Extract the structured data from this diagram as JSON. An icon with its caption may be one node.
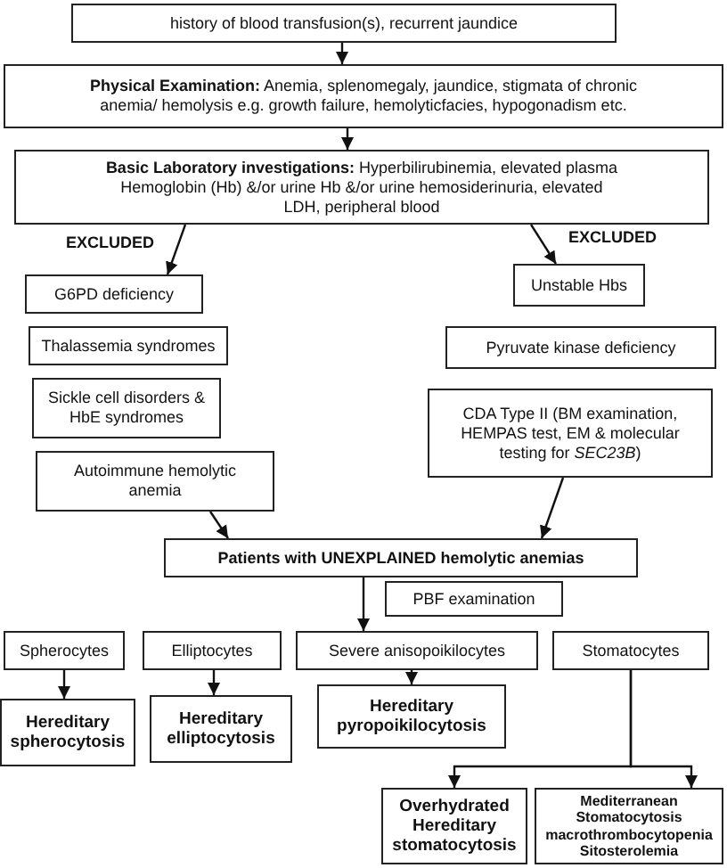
{
  "diagram": {
    "nodes": [
      {
        "text": [
          "history of blood transfusion(s), recurrent jaundice"
        ]
      },
      {
        "text": [
          "**Physical Examination:** Anemia, splenomegaly, jaundice, stigmata of chronic anemia/ hemolysis e.g. growth failure, hemolyticfacies, hypogonadism etc."
        ]
      },
      {
        "text": [
          "**Basic Laboratory investigations:** Hyperbilirubinemia, elevated plasma Hemoglobin (Hb) &/or urine Hb &/or urine hemosiderinuria, elevated LDH, peripheral blood"
        ]
      },
      {
        "text": [
          "Unstable Hbs"
        ]
      },
      {
        "text": [
          "G6PD deficiency"
        ]
      },
      {
        "text": [
          "Thalassemia syndromes"
        ]
      },
      {
        "text": [
          "Pyruvate kinase deficiency"
        ]
      },
      {
        "text": [
          "Sickle cell disorders & HbE syndromes"
        ]
      },
      {
        "text": [
          "CDA Type II (BM examination, HEMPAS test, EM & molecular testing for *SEC23B*)"
        ]
      },
      {
        "text": [
          "Autoimmune hemolytic anemia"
        ]
      },
      {
        "text": [
          "Patients with UNEXPLAINED hemolytic anemias"
        ]
      },
      {
        "text": [
          "PBF examination"
        ]
      },
      {
        "text": [
          "Spherocytes"
        ]
      },
      {
        "text": [
          "Elliptocytes"
        ]
      },
      {
        "text": [
          "Severe anisopoikilocytes"
        ]
      },
      {
        "text": [
          "Stomatocytes"
        ]
      },
      {
        "text": [
          "Hereditary spherocytosis"
        ]
      },
      {
        "text": [
          "Hereditary elliptocytosis"
        ]
      },
      {
        "text": [
          "Hereditary pyropoikilocytosis"
        ]
      },
      {
        "text": [
          "Overhydrated Hereditary stomatocytosis"
        ]
      },
      {
        "text": [
          "Mediterranean Stomatocytosis macrothrombocytopenia Sitosterolemia"
        ]
      }
    ],
    "edges": [
      {
        "from": 0,
        "to": 1,
        "arrow": "to"
      },
      {
        "from": 1,
        "to": 2,
        "arrow": "to"
      },
      {
        "from": 2,
        "to": 4,
        "arrow": "to",
        "label": "EXCLUDED"
      },
      {
        "from": 2,
        "to": 3,
        "arrow": "to",
        "label": "EXCLUDED"
      },
      {
        "from": 9,
        "to": 10,
        "arrow": "to"
      },
      {
        "from": 8,
        "to": 10,
        "arrow": "to"
      },
      {
        "from": 10,
        "to": 14,
        "arrow": "to"
      },
      {
        "from": 12,
        "to": 16,
        "arrow": "to"
      },
      {
        "from": 13,
        "to": 17,
        "arrow": "to"
      },
      {
        "from": 14,
        "to": 18,
        "arrow": "to"
      },
      {
        "from": 15,
        "to": 19,
        "arrow": "to"
      },
      {
        "from": 15,
        "to": 20,
        "arrow": "to"
      }
    ]
  }
}
